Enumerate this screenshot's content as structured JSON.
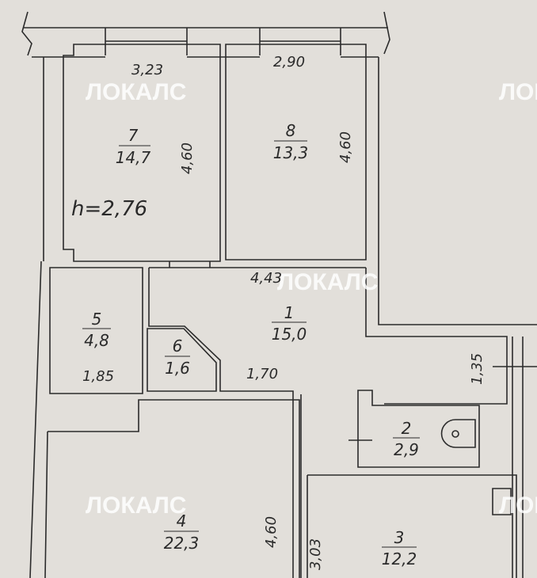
{
  "plan": {
    "ceiling_height": "h=2,76",
    "watermark": "ЛОКАЛС",
    "rooms": [
      {
        "number": "1",
        "area": "15,0"
      },
      {
        "number": "2",
        "area": "2,9"
      },
      {
        "number": "3",
        "area": "12,2"
      },
      {
        "number": "4",
        "area": "22,3"
      },
      {
        "number": "5",
        "area": "4,8"
      },
      {
        "number": "6",
        "area": "1,6"
      },
      {
        "number": "7",
        "area": "14,7"
      },
      {
        "number": "8",
        "area": "13,3"
      }
    ],
    "dimensions": {
      "room7_width": "3,23",
      "room7_length": "4,60",
      "room8_width": "2,90",
      "room8_length": "4,60",
      "corridor_width": "4,43",
      "room5_width": "1,85",
      "corridor_passage": "1,70",
      "corridor_end": "1,35",
      "room4_length": "4,60",
      "room3_width": "3,03"
    }
  }
}
